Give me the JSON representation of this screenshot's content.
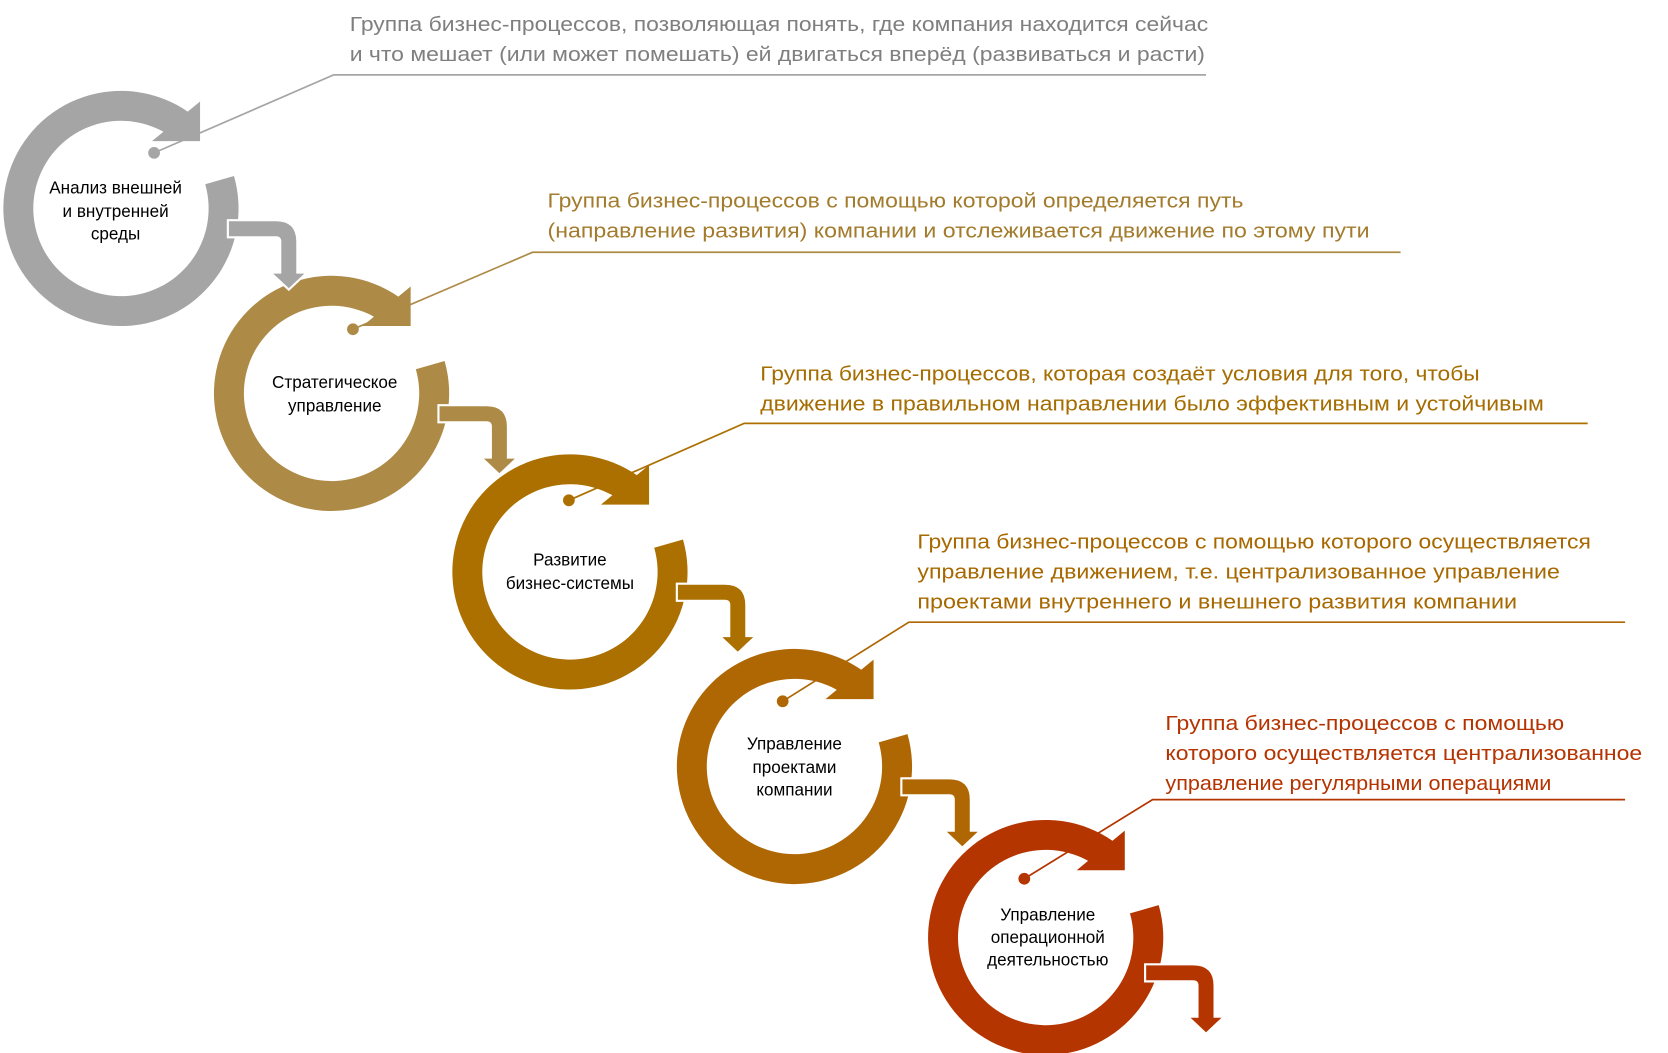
{
  "stages": [
    {
      "label": [
        "Анализ внешней",
        "и внутренней",
        "среды"
      ],
      "description": [
        "Группа бизнес-процессов, позволяющая понять, где компания находится сейчас",
        "и что мешает  (или может помешать) ей двигаться вперёд (развиваться и расти)"
      ],
      "ring_color": "#a5a5a5",
      "text_color": "#7f7f7f",
      "line_color": "#a5a5a5"
    },
    {
      "label": [
        "Стратегическое",
        "управление"
      ],
      "description": [
        "Группа бизнес-процессов с помощью которой определяется путь",
        "(направление развития) компании и отслеживается движение по этому пути"
      ],
      "ring_color": "#ae8a47",
      "text_color": "#a27b2c",
      "line_color": "#ae8a47"
    },
    {
      "label": [
        "Развитие",
        "бизнес-системы"
      ],
      "description": [
        "Группа бизнес-процессов, которая создаёт условия для того, чтобы",
        "движение в правильном направлении было эффективным и устойчивым"
      ],
      "ring_color": "#ab7000",
      "text_color": "#a56c00",
      "line_color": "#ab7000"
    },
    {
      "label": [
        "Управление",
        "проектами",
        "компании"
      ],
      "description": [
        "Группа бизнес-процессов с помощью которого осуществляется",
        "управление движением, т.е. централизованное управление",
        "проектами внутреннего и внешнего развития компании"
      ],
      "ring_color": "#af6704",
      "text_color": "#a86800",
      "line_color": "#af6704"
    },
    {
      "label": [
        "Управление",
        "операционной",
        "деятельностью"
      ],
      "description": [
        "Группа бизнес-процессов с помощью",
        "которого осуществляется централизованное",
        "управление регулярными операциями"
      ],
      "ring_color": "#b53500",
      "text_color": "#b53300",
      "line_color": "#b53500"
    }
  ]
}
